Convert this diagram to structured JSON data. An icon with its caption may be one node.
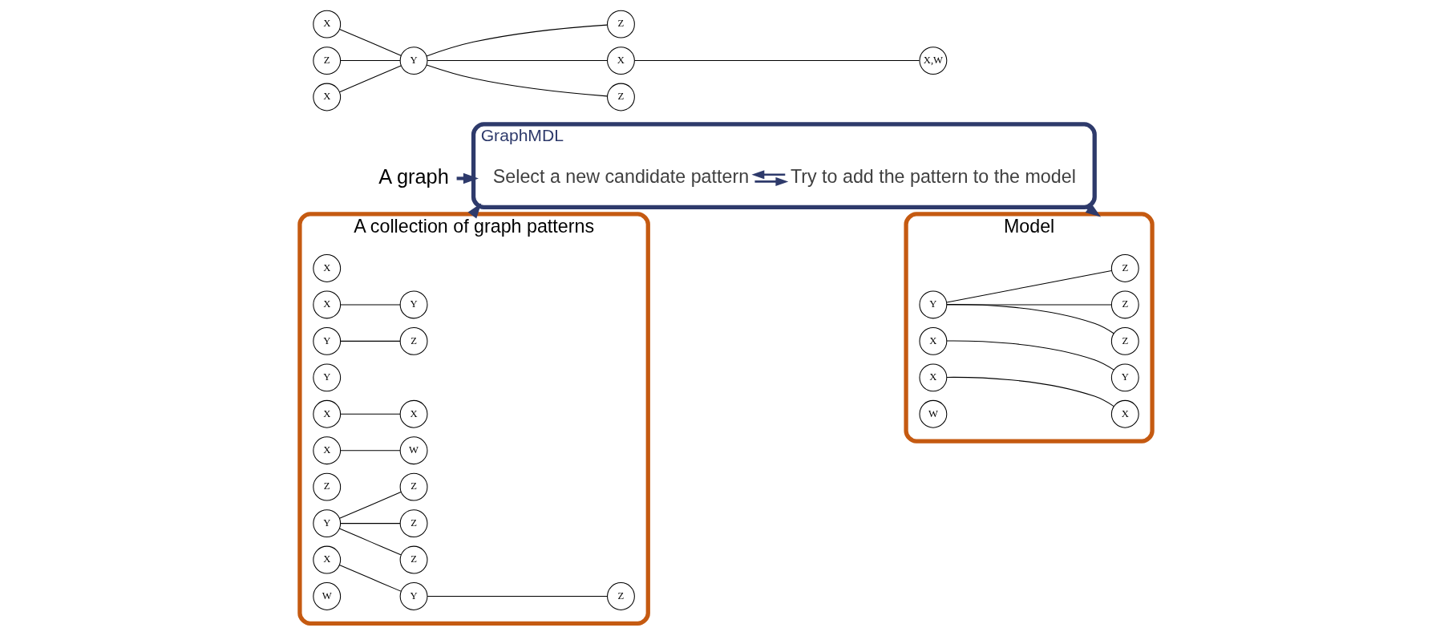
{
  "diagram": {
    "nodes": [
      {
        "text": [
          "A graph"
        ]
      },
      {
        "text": [
          "X"
        ]
      },
      {
        "text": [
          "Z"
        ]
      },
      {
        "text": [
          "X"
        ]
      },
      {
        "text": [
          "Y"
        ]
      },
      {
        "text": [
          "Z"
        ]
      },
      {
        "text": [
          "X"
        ]
      },
      {
        "text": [
          "Z"
        ]
      },
      {
        "text": [
          "X,W"
        ]
      },
      {
        "text": [
          "A collection of graph patterns"
        ]
      },
      {
        "text": [
          "X"
        ],
        "in": 9
      },
      {
        "text": [
          "X"
        ],
        "in": 9
      },
      {
        "text": [
          "Y"
        ],
        "in": 9
      },
      {
        "text": [
          "Y"
        ],
        "in": 9
      },
      {
        "text": [
          "Z"
        ],
        "in": 9
      },
      {
        "text": [
          "Y"
        ],
        "in": 9
      },
      {
        "text": [
          "X"
        ],
        "in": 9
      },
      {
        "text": [
          "Y"
        ],
        "in": 9
      },
      {
        "text": [
          "Z"
        ],
        "in": 9
      },
      {
        "text": [
          "X"
        ],
        "in": 9
      },
      {
        "text": [
          "X"
        ],
        "in": 9
      },
      {
        "text": [
          "Z"
        ],
        "in": 9
      },
      {
        "text": [
          "Z"
        ],
        "in": 9
      },
      {
        "text": [
          "X"
        ],
        "in": 9
      },
      {
        "text": [
          "Y"
        ],
        "in": 9
      },
      {
        "text": [
          "Z"
        ],
        "in": 9
      },
      {
        "text": [
          "W"
        ],
        "in": 9
      },
      {
        "text": [
          "W"
        ],
        "in": 9
      },
      {
        "text": [
          "Z"
        ],
        "in": 9
      },
      {
        "text": [
          "GraphMDL"
        ]
      },
      {
        "text": [
          "Select a new candidate pattern"
        ],
        "in": 29
      },
      {
        "text": [
          "Try to add the pattern to the model"
        ],
        "in": 29
      },
      {
        "text": [
          "Model"
        ]
      },
      {
        "text": [
          "Z"
        ],
        "in": 32
      },
      {
        "text": [
          "Y"
        ],
        "in": 32
      },
      {
        "text": [
          "Z"
        ],
        "in": 32
      },
      {
        "text": [
          "X"
        ],
        "in": 32
      },
      {
        "text": [
          "Y"
        ],
        "in": 32
      },
      {
        "text": [
          "Z"
        ],
        "in": 32
      },
      {
        "text": [
          "X"
        ],
        "in": 32
      },
      {
        "text": [
          "X"
        ],
        "in": 32
      },
      {
        "text": [
          "W"
        ],
        "in": 32
      }
    ],
    "edges": [
      {
        "from": 1,
        "to": 4,
        "arrow": "none"
      },
      {
        "from": 2,
        "to": 4,
        "arrow": "none"
      },
      {
        "from": 3,
        "to": 4,
        "arrow": "none"
      },
      {
        "from": 4,
        "to": 5,
        "arrow": "none"
      },
      {
        "from": 4,
        "to": 6,
        "arrow": "none"
      },
      {
        "from": 4,
        "to": 7,
        "arrow": "none"
      },
      {
        "from": 6,
        "to": 8,
        "arrow": "none"
      },
      {
        "from": 11,
        "to": 12,
        "arrow": "none"
      },
      {
        "from": 13,
        "to": 14,
        "arrow": "none"
      },
      {
        "from": 16,
        "to": 17,
        "arrow": "none"
      },
      {
        "from": 17,
        "to": 18,
        "arrow": "none"
      },
      {
        "from": 19,
        "to": 20,
        "arrow": "none"
      },
      {
        "from": 24,
        "to": 21,
        "arrow": "none"
      },
      {
        "from": 24,
        "to": 25,
        "arrow": "none"
      },
      {
        "from": 24,
        "to": 28,
        "arrow": "none"
      },
      {
        "from": 23,
        "to": 27,
        "arrow": "none"
      },
      {
        "from": 30,
        "to": 31,
        "arrow": "to",
        "color": "#2e3a6b"
      },
      {
        "from": 31,
        "to": 30,
        "arrow": "to",
        "color": "#2e3a6b"
      },
      {
        "from": 0,
        "to": 29,
        "arrow": "to",
        "style": "thick",
        "color": "#2e3a6b"
      },
      {
        "from": 9,
        "to": 29,
        "arrow": "to",
        "style": "thick",
        "color": "#2e3a6b"
      },
      {
        "from": 29,
        "to": 32,
        "arrow": "to",
        "style": "thick",
        "color": "#2e3a6b"
      },
      {
        "from": 34,
        "to": 33,
        "arrow": "none"
      },
      {
        "from": 34,
        "to": 35,
        "arrow": "none"
      },
      {
        "from": 34,
        "to": 38,
        "arrow": "none"
      },
      {
        "from": 36,
        "to": 37,
        "arrow": "none"
      },
      {
        "from": 39,
        "to": 40,
        "arrow": "none"
      }
    ]
  }
}
